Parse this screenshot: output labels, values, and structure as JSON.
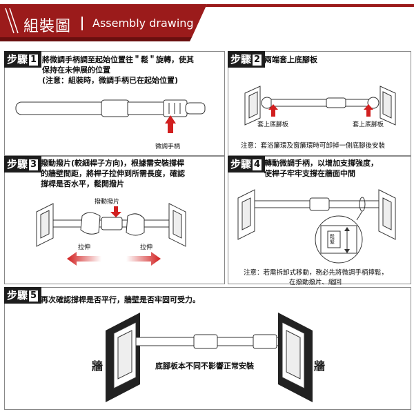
{
  "header": {
    "title_zh": "組裝圖",
    "title_en": "Assembly drawing",
    "accent": "#9b1b1b"
  },
  "steps": [
    {
      "badge": "步驟",
      "num": "1",
      "lines": [
        "將微調手柄調至起始位置往＂鬆＂旋轉，使其",
        "保持在未伸展的位置",
        "(注意：組裝時，微調手柄已在起始位置)"
      ],
      "label": "微調手柄"
    },
    {
      "badge": "步驟",
      "num": "2",
      "lines": [
        "兩端套上底腳板"
      ],
      "label_left": "套上底腳板",
      "label_right": "套上底腳板",
      "note": "注意：套浴簾環及窗簾環時可卸掉一側底腳後安裝"
    },
    {
      "badge": "步驟",
      "num": "3",
      "lines": [
        "撥動撥片(較細桿子方向)，根據需安裝撐桿",
        "的牆壁間距，將桿子拉伸到所需長度，確認",
        "撐桿是否水平，鬆開撥片"
      ],
      "label_top": "撥動撥片",
      "label_left": "拉伸",
      "label_right": "拉伸"
    },
    {
      "badge": "步驟",
      "num": "4",
      "lines": [
        "轉動微調手柄，以增加支撐強度，",
        "使桿子牢牢支撐在牆面中間"
      ],
      "zoom_label": "鬆緊",
      "note_lines": [
        "注意：若需拆卸式移動，務必先將微調手柄擰鬆，",
        "在撥動撥片、縮回"
      ]
    },
    {
      "badge": "步驟",
      "num": "5",
      "lines": [
        "再次確認撐桿是否平行，牆壁是否牢固可受力。"
      ],
      "wall_left": "牆",
      "wall_right": "牆",
      "middle": "底腳板本不同不影響正常安裝"
    }
  ],
  "colors": {
    "arrow_red": "#d11f1f",
    "arrow_left_grad": "#e88a86"
  }
}
